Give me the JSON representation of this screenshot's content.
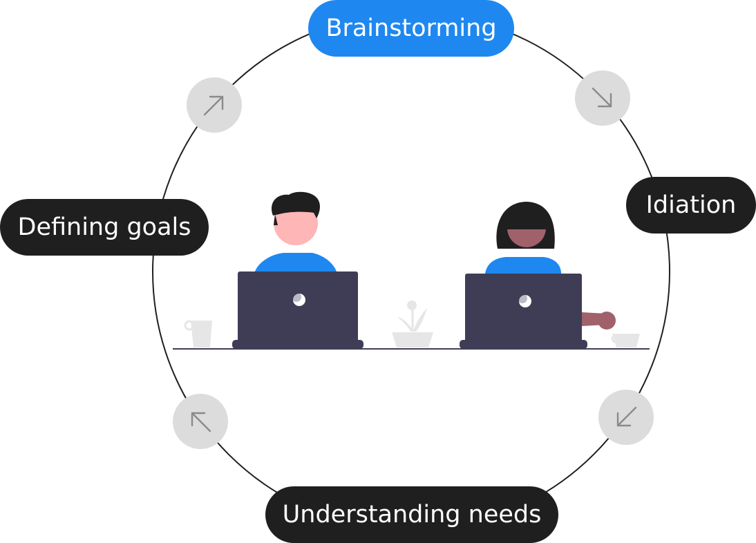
{
  "stages": {
    "top": "Brainstorming",
    "right": "Idiation",
    "bottom": "Understanding needs",
    "left": "Defining goals"
  },
  "active_stage": "Brainstorming",
  "arrows": {
    "top_left": "arrow-up-right-icon",
    "top_right": "arrow-down-right-icon",
    "bottom_right": "arrow-down-left-icon",
    "bottom_left": "arrow-up-left-icon"
  },
  "colors": {
    "active_pill": "#1e88f0",
    "pill": "#1f1f1f",
    "arrow_circle": "#dcdcdc",
    "laptop": "#3f3d56",
    "shirt": "#1e88f0",
    "skin_left": "#ffb6b6",
    "skin_right": "#a0616a",
    "hair": "#1f1f1f",
    "props": "#e6e6e6"
  }
}
